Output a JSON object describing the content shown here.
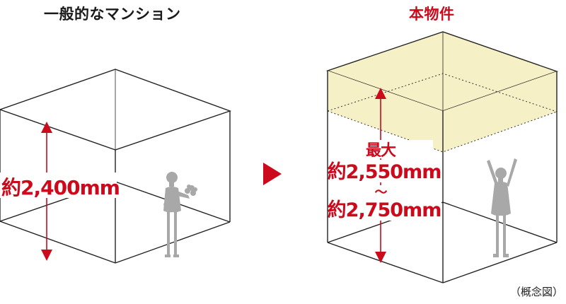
{
  "titles": {
    "left": "一般的なマンション",
    "right": "本物件"
  },
  "left_cube": {
    "height_label": "約2,400mm"
  },
  "right_cube": {
    "height_label_lines": [
      "最大",
      "約2,550mm",
      "～",
      "約2,750mm"
    ]
  },
  "caption": "（概念図）",
  "colors": {
    "accent_red": "#cc0a1c",
    "highlight_yellow": "#f5f0c6",
    "figure_gray": "#a8a8a8",
    "line": "#222222"
  },
  "icons": [
    "woman-with-bouquet-icon",
    "woman-arms-raised-icon",
    "play-arrow-icon"
  ]
}
